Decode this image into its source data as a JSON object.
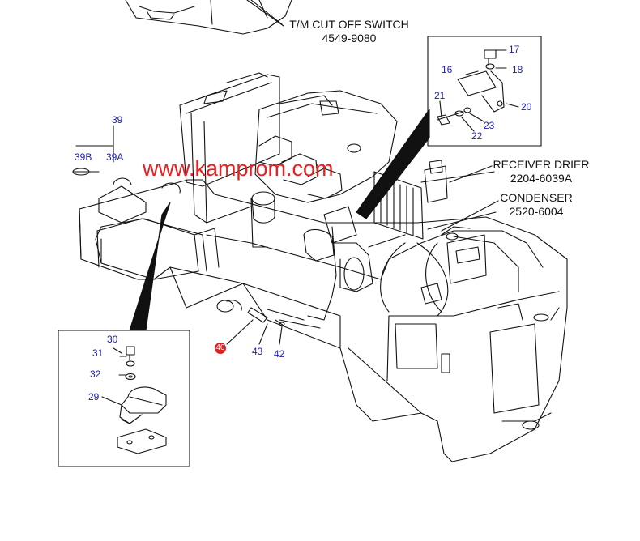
{
  "watermark": "www.kamprom.com",
  "callouts": {
    "tm_switch": {
      "name": "T/M CUT OFF SWITCH",
      "part": "4549-9080"
    },
    "receiver_drier": {
      "name": "RECEIVER DRIER",
      "part": "2204-6039A"
    },
    "condenser": {
      "name": "CONDENSER",
      "part": "2520-6004"
    }
  },
  "item_numbers": {
    "n39": "39",
    "n39b": "39B",
    "n39a": "39A",
    "n16": "16",
    "n17": "17",
    "n18": "18",
    "n20": "20",
    "n21": "21",
    "n22": "22",
    "n23": "23",
    "n29": "29",
    "n30": "30",
    "n31": "31",
    "n32": "32",
    "n40": "40",
    "n42": "42",
    "n43": "43"
  },
  "colors": {
    "line": "#111111",
    "number": "#2020b0",
    "watermark": "#e52020",
    "highlight": "#e02020"
  }
}
